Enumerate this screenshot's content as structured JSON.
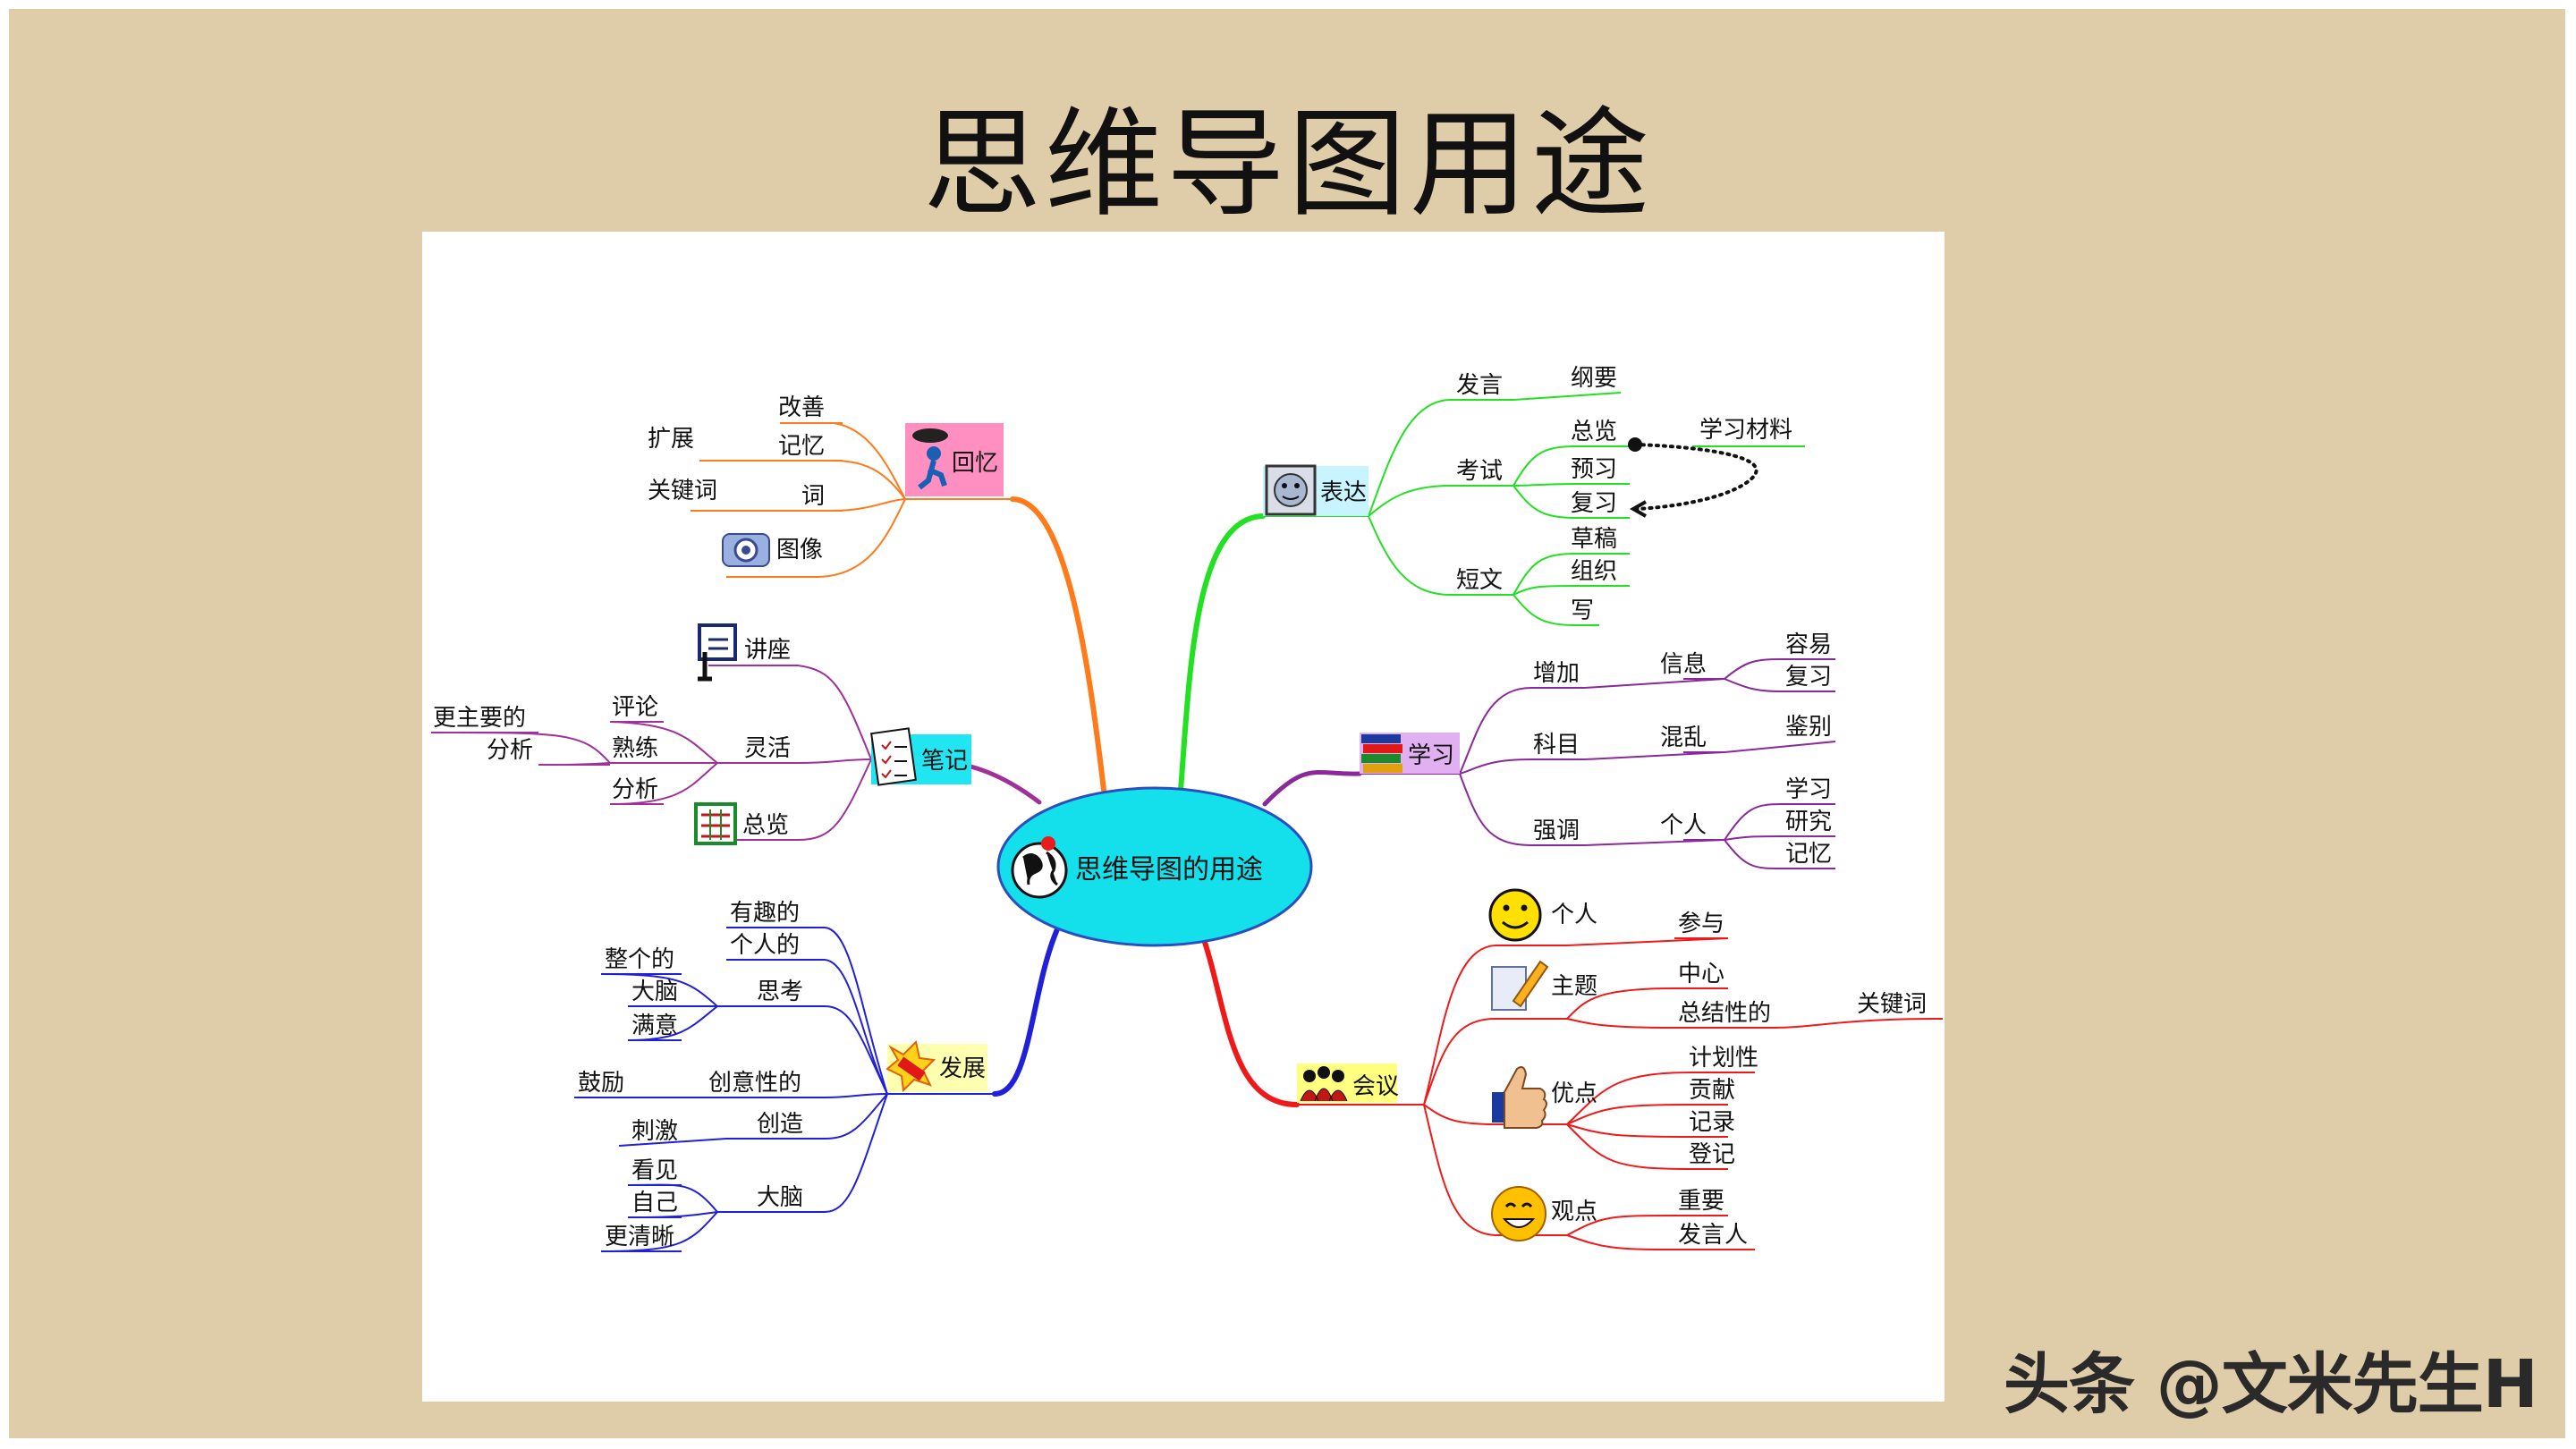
{
  "page_title": "思维导图用途",
  "watermark": "头条 @文米先生H",
  "mindmap": {
    "center": "思维导图的用途",
    "branches": {
      "huiyi": {
        "label": "回忆",
        "color": "#ff7a1a",
        "label_bg": "#ff8fc0",
        "items": [
          "改善",
          "记忆",
          "扩展",
          "词",
          "关键词",
          "图像"
        ]
      },
      "biji": {
        "label": "笔记",
        "color": "#a0309a",
        "label_bg": "#22e5f2",
        "items": [
          "讲座",
          "评论",
          "熟练",
          "灵活",
          "更主要的",
          "分析",
          "分析",
          "总览"
        ]
      },
      "fazhan": {
        "label": "发展",
        "color": "#2020d8",
        "label_bg": "#ffffb0",
        "items": [
          "有趣的",
          "个人的",
          "整个的",
          "大脑",
          "满意",
          "思考",
          "鼓励",
          "创意性的",
          "刺激",
          "创造",
          "看见",
          "自己",
          "更清晰",
          "大脑"
        ]
      },
      "biaoda": {
        "label": "表达",
        "color": "#22e022",
        "label_bg": "#c8f4ff",
        "items": [
          "发言",
          "纲要",
          "考试",
          "总览",
          "学习材料",
          "预习",
          "复习",
          "短文",
          "草稿",
          "组织",
          "写"
        ]
      },
      "xuexi": {
        "label": "学习",
        "color": "#8a2a9a",
        "label_bg": "#e0b0f0",
        "items": [
          "增加",
          "信息",
          "容易",
          "复习",
          "科目",
          "混乱",
          "鉴别",
          "强调",
          "个人",
          "学习",
          "研究",
          "记忆"
        ]
      },
      "huiyi2": {
        "label": "会议",
        "color": "#ee1a1a",
        "label_bg": "#ffff80",
        "items": [
          "个人",
          "参与",
          "主题",
          "中心",
          "总结性的",
          "关键词",
          "优点",
          "计划性",
          "贡献",
          "记录",
          "登记",
          "观点",
          "重要",
          "发言人"
        ]
      }
    }
  },
  "colors": {
    "slide_bg": "#dfcdaa",
    "center_fill": "#14e0ec",
    "center_stroke": "#2a50c0"
  },
  "icons": [
    "storm-person-icon",
    "notes-icon",
    "firecracker-icon",
    "robot-face-icon",
    "books-icon",
    "people-icon",
    "lectern-icon",
    "camera-icon",
    "grid-icon",
    "smiley-icon",
    "paper-pencil-icon",
    "thumbs-up-icon",
    "globe-icon"
  ]
}
